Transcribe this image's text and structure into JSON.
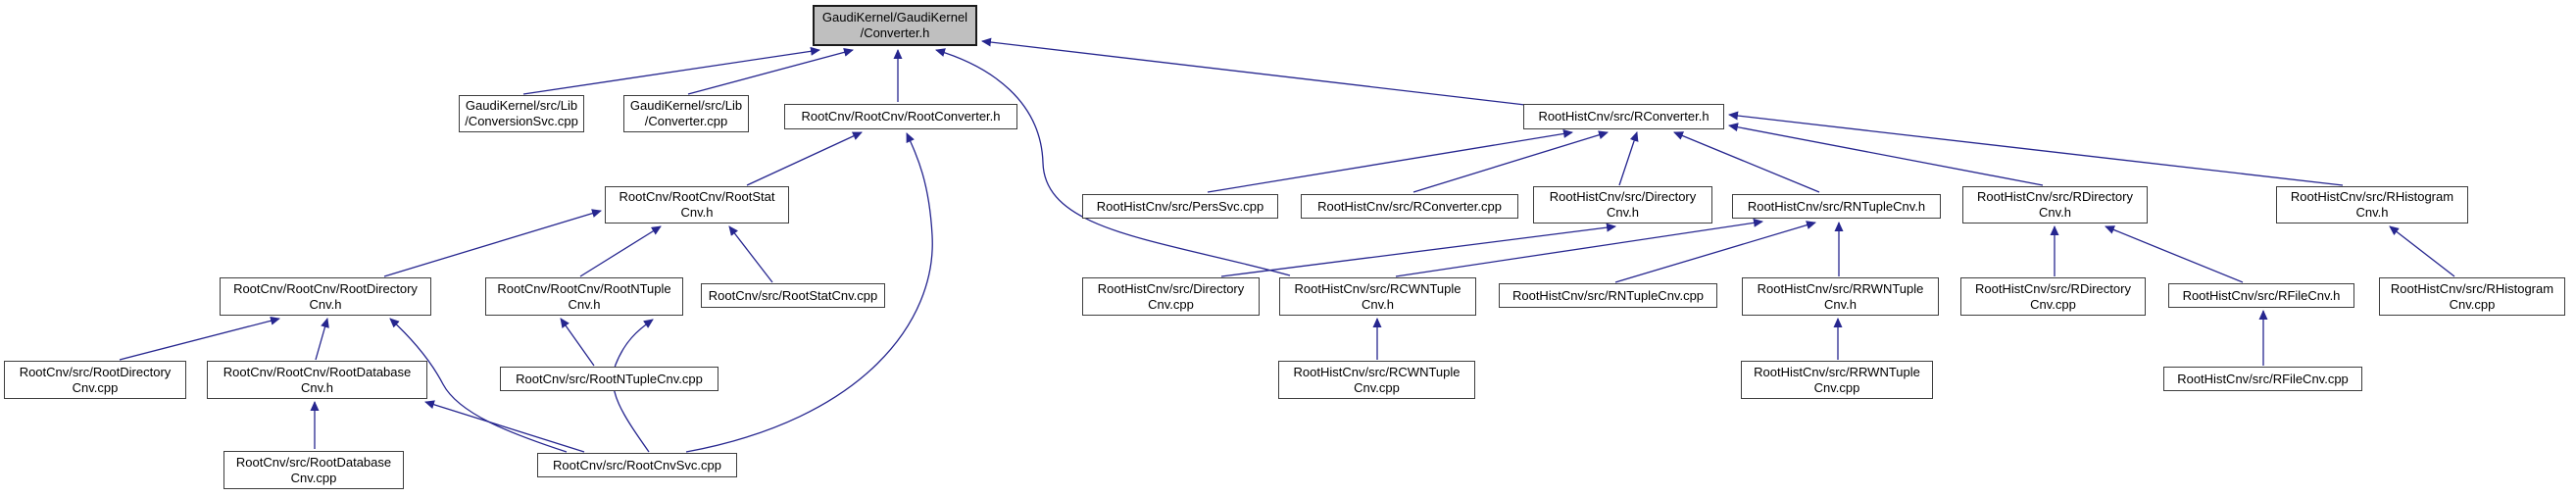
{
  "diagram": {
    "type": "include-dependency-graph",
    "description": "Files that include GaudiKernel/GaudiKernel/Converter.h (doxygen 'included by' graph)",
    "root": "converter_h"
  },
  "colors": {
    "edge": "#26268f",
    "node_background": "#ffffff",
    "node_border": "#3d3d3d",
    "root_background": "#bfbfbf",
    "text": "#000000"
  },
  "nodes": {
    "converter_h": {
      "label": "GaudiKernel/GaudiKernel/Converter.h",
      "lines": [
        "GaudiKernel/GaudiKernel",
        "/Converter.h"
      ]
    },
    "conversionsvc_cpp": {
      "label": "GaudiKernel/src/Lib/ConversionSvc.cpp",
      "lines": [
        "GaudiKernel/src/Lib",
        "/ConversionSvc.cpp"
      ]
    },
    "converter_cpp": {
      "label": "GaudiKernel/src/Lib/Converter.cpp",
      "lines": [
        "GaudiKernel/src/Lib",
        "/Converter.cpp"
      ]
    },
    "rootconverter_h": {
      "label": "RootCnv/RootCnv/RootConverter.h",
      "lines": [
        "RootCnv/RootCnv/RootConverter.h"
      ]
    },
    "rconverter_h": {
      "label": "RootHistCnv/src/RConverter.h",
      "lines": [
        "RootHistCnv/src/RConverter.h"
      ]
    },
    "rootstatcnv_h": {
      "label": "RootCnv/RootCnv/RootStatCnv.h",
      "lines": [
        "RootCnv/RootCnv/RootStat",
        "Cnv.h"
      ]
    },
    "perssvc_cpp": {
      "label": "RootHistCnv/src/PersSvc.cpp",
      "lines": [
        "RootHistCnv/src/PersSvc.cpp"
      ]
    },
    "rconverter_cpp": {
      "label": "RootHistCnv/src/RConverter.cpp",
      "lines": [
        "RootHistCnv/src/RConverter.cpp"
      ]
    },
    "directorycnv_h": {
      "label": "RootHistCnv/src/DirectoryCnv.h",
      "lines": [
        "RootHistCnv/src/Directory",
        "Cnv.h"
      ]
    },
    "rntuplecnv_h": {
      "label": "RootHistCnv/src/RNTupleCnv.h",
      "lines": [
        "RootHistCnv/src/RNTupleCnv.h"
      ]
    },
    "rdirectorycnv_h": {
      "label": "RootHistCnv/src/RDirectoryCnv.h",
      "lines": [
        "RootHistCnv/src/RDirectory",
        "Cnv.h"
      ]
    },
    "rhistogramcnv_h": {
      "label": "RootHistCnv/src/RHistogramCnv.h",
      "lines": [
        "RootHistCnv/src/RHistogram",
        "Cnv.h"
      ]
    },
    "rootdirectorycnv_h": {
      "label": "RootCnv/RootCnv/RootDirectoryCnv.h",
      "lines": [
        "RootCnv/RootCnv/RootDirectory",
        "Cnv.h"
      ]
    },
    "rootntuplecnv_h": {
      "label": "RootCnv/RootCnv/RootNTupleCnv.h",
      "lines": [
        "RootCnv/RootCnv/RootNTuple",
        "Cnv.h"
      ]
    },
    "rootstatcnv_cpp": {
      "label": "RootCnv/src/RootStatCnv.cpp",
      "lines": [
        "RootCnv/src/RootStatCnv.cpp"
      ]
    },
    "directorycnv_cpp": {
      "label": "RootHistCnv/src/DirectoryCnv.cpp",
      "lines": [
        "RootHistCnv/src/Directory",
        "Cnv.cpp"
      ]
    },
    "rcwntuplecnv_h": {
      "label": "RootHistCnv/src/RCWNTupleCnv.h",
      "lines": [
        "RootHistCnv/src/RCWNTuple",
        "Cnv.h"
      ]
    },
    "rntuplecnv_cpp": {
      "label": "RootHistCnv/src/RNTupleCnv.cpp",
      "lines": [
        "RootHistCnv/src/RNTupleCnv.cpp"
      ]
    },
    "rrwntuplecnv_h": {
      "label": "RootHistCnv/src/RRWNTupleCnv.h",
      "lines": [
        "RootHistCnv/src/RRWNTuple",
        "Cnv.h"
      ]
    },
    "rdirectorycnv_cpp": {
      "label": "RootHistCnv/src/RDirectoryCnv.cpp",
      "lines": [
        "RootHistCnv/src/RDirectory",
        "Cnv.cpp"
      ]
    },
    "rfilecnv_h": {
      "label": "RootHistCnv/src/RFileCnv.h",
      "lines": [
        "RootHistCnv/src/RFileCnv.h"
      ]
    },
    "rhistogramcnv_cpp": {
      "label": "RootHistCnv/src/RHistogramCnv.cpp",
      "lines": [
        "RootHistCnv/src/RHistogram",
        "Cnv.cpp"
      ]
    },
    "rootdirectorycnv_cpp": {
      "label": "RootCnv/src/RootDirectoryCnv.cpp",
      "lines": [
        "RootCnv/src/RootDirectory",
        "Cnv.cpp"
      ]
    },
    "rootdatabasecnv_h": {
      "label": "RootCnv/RootCnv/RootDatabaseCnv.h",
      "lines": [
        "RootCnv/RootCnv/RootDatabase",
        "Cnv.h"
      ]
    },
    "rootntuplecnv_cpp": {
      "label": "RootCnv/src/RootNTupleCnv.cpp",
      "lines": [
        "RootCnv/src/RootNTupleCnv.cpp"
      ]
    },
    "rcwntuplecnv_cpp": {
      "label": "RootHistCnv/src/RCWNTupleCnv.cpp",
      "lines": [
        "RootHistCnv/src/RCWNTuple",
        "Cnv.cpp"
      ]
    },
    "rrwntuplecnv_cpp": {
      "label": "RootHistCnv/src/RRWNTupleCnv.cpp",
      "lines": [
        "RootHistCnv/src/RRWNTuple",
        "Cnv.cpp"
      ]
    },
    "rfilecnv_cpp": {
      "label": "RootHistCnv/src/RFileCnv.cpp",
      "lines": [
        "RootHistCnv/src/RFileCnv.cpp"
      ]
    },
    "rootdatabasecnv_cpp": {
      "label": "RootCnv/src/RootDatabaseCnv.cpp",
      "lines": [
        "RootCnv/src/RootDatabase",
        "Cnv.cpp"
      ]
    },
    "rootcnvsvc_cpp": {
      "label": "RootCnv/src/RootCnvSvc.cpp",
      "lines": [
        "RootCnv/src/RootCnvSvc.cpp"
      ]
    }
  },
  "edges": [
    {
      "from": "conversionsvc_cpp",
      "to": "converter_h"
    },
    {
      "from": "converter_cpp",
      "to": "converter_h"
    },
    {
      "from": "rootconverter_h",
      "to": "converter_h"
    },
    {
      "from": "rcwntuplecnv_h",
      "to": "converter_h"
    },
    {
      "from": "rconverter_h",
      "to": "converter_h"
    },
    {
      "from": "rootstatcnv_h",
      "to": "rootconverter_h"
    },
    {
      "from": "rootcnvsvc_cpp",
      "to": "rootconverter_h"
    },
    {
      "from": "rootdirectorycnv_h",
      "to": "rootstatcnv_h"
    },
    {
      "from": "rootntuplecnv_h",
      "to": "rootstatcnv_h"
    },
    {
      "from": "rootstatcnv_cpp",
      "to": "rootstatcnv_h"
    },
    {
      "from": "rootdirectorycnv_cpp",
      "to": "rootdirectorycnv_h"
    },
    {
      "from": "rootdatabasecnv_h",
      "to": "rootdirectorycnv_h"
    },
    {
      "from": "rootcnvsvc_cpp",
      "to": "rootdirectorycnv_h"
    },
    {
      "from": "rootntuplecnv_cpp",
      "to": "rootntuplecnv_h"
    },
    {
      "from": "rootcnvsvc_cpp",
      "to": "rootntuplecnv_h"
    },
    {
      "from": "rootdatabasecnv_cpp",
      "to": "rootdatabasecnv_h"
    },
    {
      "from": "rootcnvsvc_cpp",
      "to": "rootdatabasecnv_h"
    },
    {
      "from": "perssvc_cpp",
      "to": "rconverter_h"
    },
    {
      "from": "rconverter_cpp",
      "to": "rconverter_h"
    },
    {
      "from": "directorycnv_h",
      "to": "rconverter_h"
    },
    {
      "from": "rntuplecnv_h",
      "to": "rconverter_h"
    },
    {
      "from": "rdirectorycnv_h",
      "to": "rconverter_h"
    },
    {
      "from": "rhistogramcnv_h",
      "to": "rconverter_h"
    },
    {
      "from": "directorycnv_cpp",
      "to": "directorycnv_h"
    },
    {
      "from": "rcwntuplecnv_h",
      "to": "rntuplecnv_h"
    },
    {
      "from": "rntuplecnv_cpp",
      "to": "rntuplecnv_h"
    },
    {
      "from": "rrwntuplecnv_h",
      "to": "rntuplecnv_h"
    },
    {
      "from": "rcwntuplecnv_cpp",
      "to": "rcwntuplecnv_h"
    },
    {
      "from": "rrwntuplecnv_cpp",
      "to": "rrwntuplecnv_h"
    },
    {
      "from": "rdirectorycnv_cpp",
      "to": "rdirectorycnv_h"
    },
    {
      "from": "rfilecnv_h",
      "to": "rdirectorycnv_h"
    },
    {
      "from": "rfilecnv_cpp",
      "to": "rfilecnv_h"
    },
    {
      "from": "rhistogramcnv_cpp",
      "to": "rhistogramcnv_h"
    }
  ]
}
